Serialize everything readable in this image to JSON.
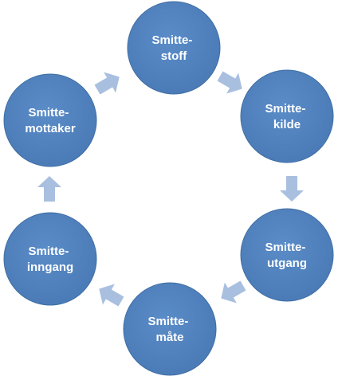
{
  "colors": {
    "node_fill": "#4f81bd",
    "node_edge": "#3f6ea3",
    "arrow_fill": "#a9bfe0",
    "label_text": "#ffffff"
  },
  "nodes": [
    {
      "id": "smittestoff",
      "line1": "Smitte-",
      "line2": "stoff"
    },
    {
      "id": "smittekilde",
      "line1": "Smitte-",
      "line2": "kilde"
    },
    {
      "id": "smitteutgang",
      "line1": "Smitte-",
      "line2": "utgang"
    },
    {
      "id": "smittemate",
      "line1": "Smitte-",
      "line2": "måte"
    },
    {
      "id": "smitteinngang",
      "line1": "Smitte-",
      "line2": "inngang"
    },
    {
      "id": "smittemottaker",
      "line1": "Smitte-",
      "line2": "mottaker"
    }
  ],
  "arrows": [
    {
      "from": "smittestoff",
      "to": "smittekilde",
      "icon": "arrow-right-icon"
    },
    {
      "from": "smittekilde",
      "to": "smitteutgang",
      "icon": "arrow-down-icon"
    },
    {
      "from": "smitteutgang",
      "to": "smittemate",
      "icon": "arrow-down-left-icon"
    },
    {
      "from": "smittemate",
      "to": "smitteinngang",
      "icon": "arrow-left-icon"
    },
    {
      "from": "smitteinngang",
      "to": "smittemottaker",
      "icon": "arrow-up-icon"
    },
    {
      "from": "smittemottaker",
      "to": "smittestoff",
      "icon": "arrow-up-right-icon"
    }
  ]
}
